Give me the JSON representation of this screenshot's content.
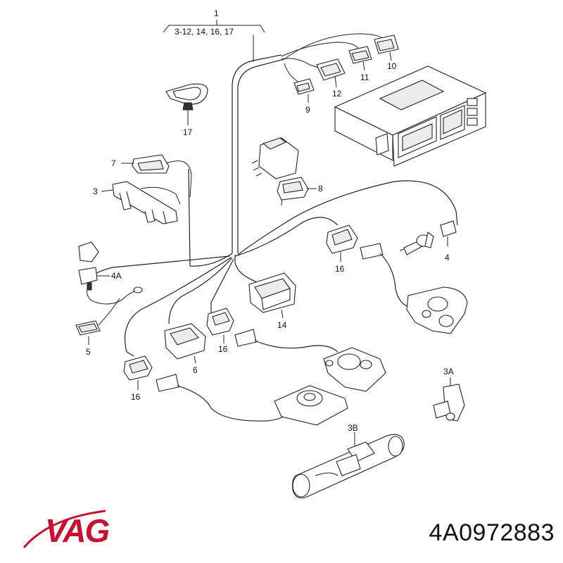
{
  "diagram": {
    "callouts": {
      "c1": "1",
      "c1_range": "3-12, 14, 16, 17",
      "c17": "17",
      "c7": "7",
      "c3": "3",
      "c8": "8",
      "c9": "9",
      "c12": "12",
      "c11": "11",
      "c10": "10",
      "c4a": "4A",
      "c5": "5",
      "c16a": "16",
      "c16b": "16",
      "c16c": "16",
      "c4": "4",
      "c14": "14",
      "c6": "6",
      "c3a": "3A",
      "c3b": "3B"
    }
  },
  "brand": {
    "logo_text": "VAG",
    "logo_color": "#c8102e"
  },
  "part_number": "4A0972883"
}
